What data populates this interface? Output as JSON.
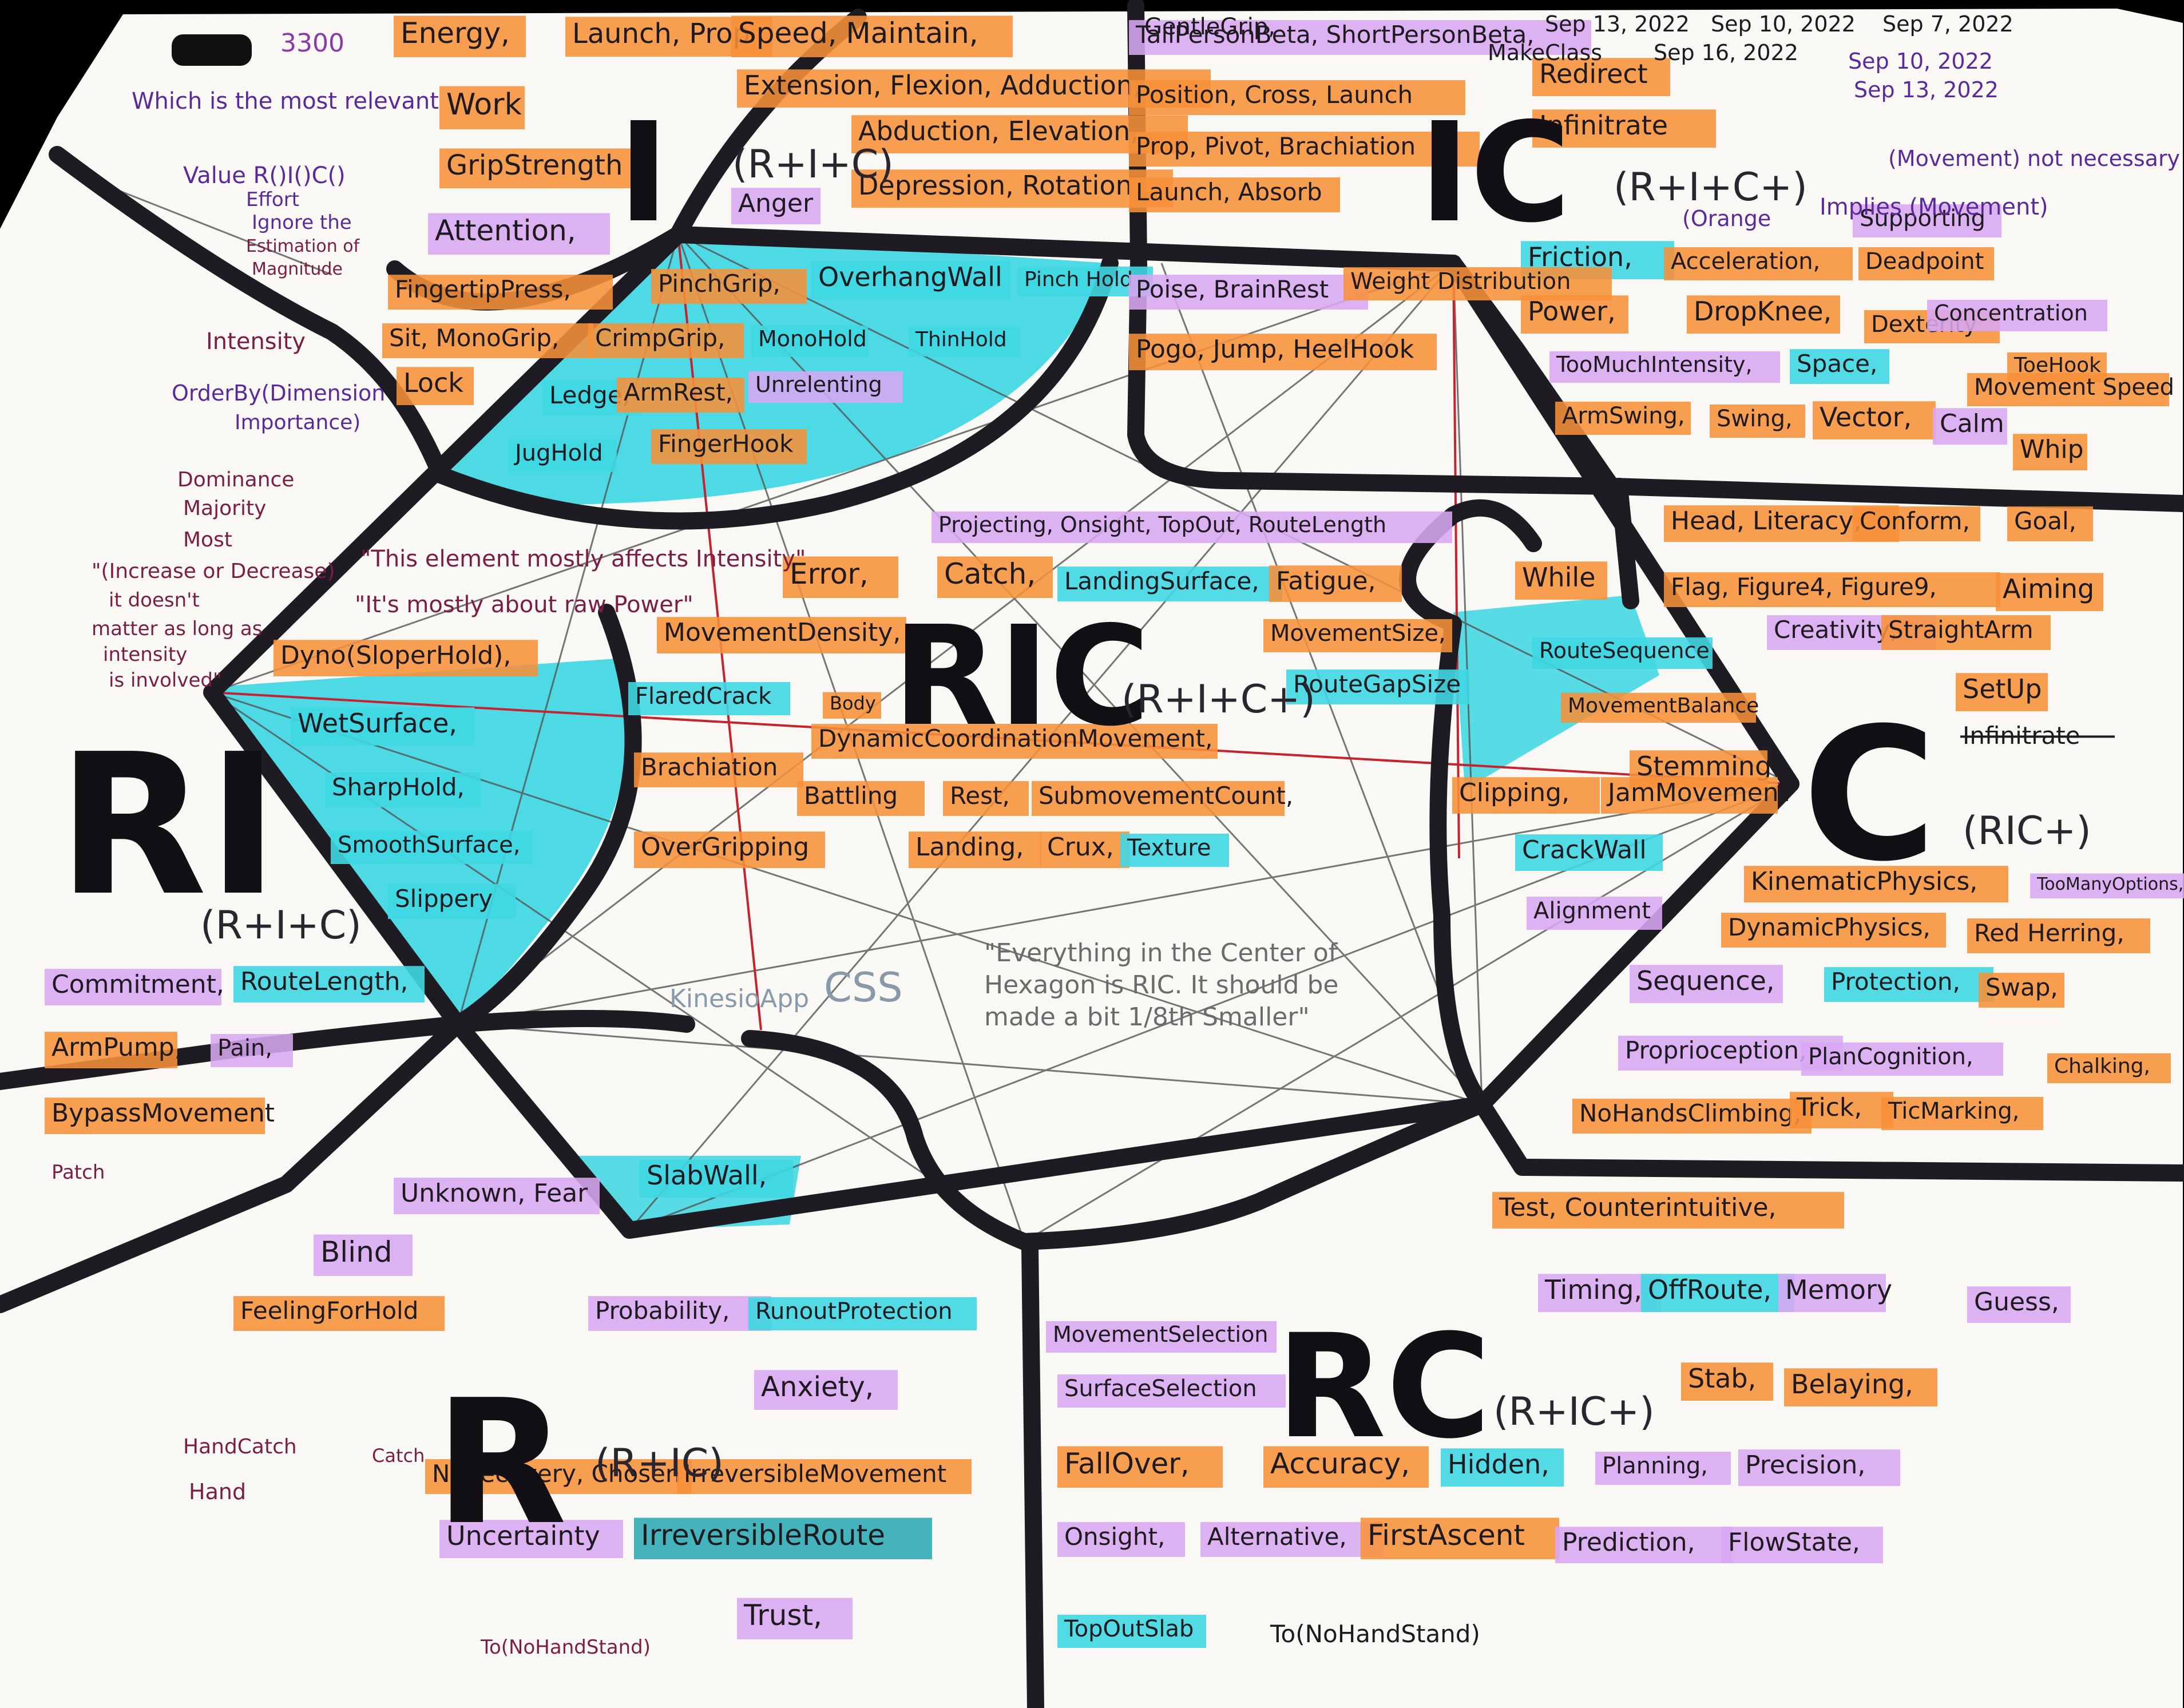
{
  "colors": {
    "orange": "#f7913a",
    "purple": "#d8a7f2",
    "cyan": "#3fd7e2",
    "teal": "#2aa9b3",
    "ink": "#1d1a20",
    "note_ink": "#7b1e45",
    "purple_ink": "#5a2a9a",
    "paper": "#f9f8f4",
    "red_ink": "#c4232f"
  },
  "regions": {
    "I": {
      "title": "I",
      "formula": "(R+I+C)"
    },
    "IC": {
      "title": "IC",
      "formula": "(R+I+C+)"
    },
    "RI": {
      "title": "RI",
      "formula": "(R+I+C)"
    },
    "RIC": {
      "title": "RIC",
      "formula": "(R+I+C+)"
    },
    "C": {
      "title": "C",
      "formula": "(RIC+)"
    },
    "R": {
      "title": "R",
      "formula": "(R+IC)"
    },
    "RC": {
      "title": "RC",
      "formula": "(R+IC+)"
    }
  },
  "header_notes": {
    "count": "3300",
    "dates": [
      "Sep 13, 2022",
      "Sep 10, 2022",
      "Sep 7, 2022",
      "Sep 16, 2022",
      "Sep 10, 2022",
      "Sep 13, 2022"
    ],
    "make_class": "MakeClass",
    "gentle_grip": "GentleGrip,",
    "movement_not_necessary": "(Movement) not necessary",
    "implies_movement": "Implies (Movement)",
    "orange_note": "(Orange"
  },
  "margin_notes": [
    "Which is the most relevant",
    "Value R()I()C()",
    "Effort",
    "Ignore the",
    "Estimation of",
    "Magnitude",
    "Intensity",
    "OrderBy(Dimension",
    "Importance)",
    "Dominance",
    "Majority",
    "Most",
    "\"(Increase or Decrease)",
    "it doesn't",
    "matter as long as",
    "intensity",
    "is involved\"",
    "Patch",
    "HandCatch",
    "Hand",
    "Catch",
    "To(NoHandStand)"
  ],
  "quotes": {
    "element": "\"This element mostly affects Intensity\"",
    "power": "\"It's mostly about raw Power\"",
    "center": "\"Everything in the Center of Hexagon is RIC. It should be made a bit 1/8th Smaller\"",
    "kinesio": "KinesioApp",
    "css": "CSS"
  },
  "labels": {
    "I": [
      {
        "t": "Energy,",
        "c": "orange"
      },
      {
        "t": "Launch, Prop",
        "c": "orange"
      },
      {
        "t": "Speed, Maintain,",
        "c": "orange"
      },
      {
        "t": "Work",
        "c": "orange"
      },
      {
        "t": "Extension, Flexion, Adduction,",
        "c": "orange"
      },
      {
        "t": "GripStrength",
        "c": "orange"
      },
      {
        "t": "Abduction, Elevation,",
        "c": "orange"
      },
      {
        "t": "Depression, Rotation",
        "c": "orange"
      },
      {
        "t": "Anger",
        "c": "purple"
      },
      {
        "t": "Attention,",
        "c": "purple"
      },
      {
        "t": "FingertipPress,",
        "c": "orange"
      },
      {
        "t": "Sit, MonoGrip,",
        "c": "orange"
      },
      {
        "t": "Lock",
        "c": "orange"
      },
      {
        "t": "PinchGrip,",
        "c": "orange"
      },
      {
        "t": "OverhangWall",
        "c": "cyan"
      },
      {
        "t": "Pinch Hold",
        "c": "cyan"
      },
      {
        "t": "CrimpGrip,",
        "c": "orange"
      },
      {
        "t": "MonoHold",
        "c": "cyan"
      },
      {
        "t": "ThinHold",
        "c": "cyan"
      },
      {
        "t": "Ledge,",
        "c": "cyan"
      },
      {
        "t": "ArmRest,",
        "c": "orange"
      },
      {
        "t": "Unrelenting",
        "c": "purple"
      },
      {
        "t": "JugHold",
        "c": "cyan"
      },
      {
        "t": "FingerHook",
        "c": "orange"
      }
    ],
    "IC": [
      {
        "t": "TallPersonBeta, ShortPersonBeta,",
        "c": "purple"
      },
      {
        "t": "Redirect",
        "c": "orange"
      },
      {
        "t": "Position, Cross, Launch",
        "c": "orange"
      },
      {
        "t": "Infinitrate",
        "c": "orange"
      },
      {
        "t": "Prop, Pivot, Brachiation",
        "c": "orange"
      },
      {
        "t": "Launch, Absorb",
        "c": "orange"
      },
      {
        "t": "Supporting",
        "c": "purple"
      },
      {
        "t": "Friction,",
        "c": "cyan"
      },
      {
        "t": "Acceleration,",
        "c": "orange"
      },
      {
        "t": "Deadpoint",
        "c": "orange"
      },
      {
        "t": "Poise, BrainRest",
        "c": "purple"
      },
      {
        "t": "Weight Distribution",
        "c": "orange"
      },
      {
        "t": "Power,",
        "c": "orange"
      },
      {
        "t": "DropKnee,",
        "c": "orange"
      },
      {
        "t": "Dexterity",
        "c": "orange"
      },
      {
        "t": "Concentration",
        "c": "purple"
      },
      {
        "t": "Pogo, Jump, HeelHook",
        "c": "orange"
      },
      {
        "t": "TooMuchIntensity,",
        "c": "purple"
      },
      {
        "t": "Space,",
        "c": "cyan"
      },
      {
        "t": "ToeHook",
        "c": "orange"
      },
      {
        "t": "Movement Speed",
        "c": "orange"
      },
      {
        "t": "ArmSwing,",
        "c": "orange"
      },
      {
        "t": "Swing,",
        "c": "orange"
      },
      {
        "t": "Vector,",
        "c": "orange"
      },
      {
        "t": "Calm",
        "c": "purple"
      },
      {
        "t": "Whip",
        "c": "orange"
      }
    ],
    "RI": [
      {
        "t": "Dyno(SloperHold),",
        "c": "orange"
      },
      {
        "t": "WetSurface,",
        "c": "cyan"
      },
      {
        "t": "SharpHold,",
        "c": "cyan"
      },
      {
        "t": "SmoothSurface,",
        "c": "cyan"
      },
      {
        "t": "Slippery",
        "c": "cyan"
      },
      {
        "t": "Commitment,",
        "c": "purple"
      },
      {
        "t": "RouteLength,",
        "c": "cyan"
      },
      {
        "t": "ArmPump,",
        "c": "orange"
      },
      {
        "t": "Pain,",
        "c": "purple"
      },
      {
        "t": "BypassMovement",
        "c": "orange"
      }
    ],
    "RIC": [
      {
        "t": "Projecting, Onsight, TopOut, RouteLength",
        "c": "purple"
      },
      {
        "t": "Error,",
        "c": "orange"
      },
      {
        "t": "Catch,",
        "c": "orange"
      },
      {
        "t": "LandingSurface,",
        "c": "cyan"
      },
      {
        "t": "Fatigue,",
        "c": "orange"
      },
      {
        "t": "MovementDensity,",
        "c": "orange"
      },
      {
        "t": "MovementSize,",
        "c": "orange"
      },
      {
        "t": "FlaredCrack",
        "c": "cyan"
      },
      {
        "t": "RouteGapSize",
        "c": "cyan"
      },
      {
        "t": "Body",
        "c": "orange"
      },
      {
        "t": "DynamicCoordinationMovement,",
        "c": "orange"
      },
      {
        "t": "Brachiation",
        "c": "orange"
      },
      {
        "t": "Battling",
        "c": "orange"
      },
      {
        "t": "Rest,",
        "c": "orange"
      },
      {
        "t": "SubmovementCount,",
        "c": "orange"
      },
      {
        "t": "OverGripping",
        "c": "orange"
      },
      {
        "t": "Landing,",
        "c": "orange"
      },
      {
        "t": "Crux,",
        "c": "orange"
      },
      {
        "t": "Texture",
        "c": "cyan"
      }
    ],
    "C": [
      {
        "t": "While",
        "c": "orange"
      },
      {
        "t": "Head, Literacy,",
        "c": "orange"
      },
      {
        "t": "Conform,",
        "c": "orange"
      },
      {
        "t": "Goal,",
        "c": "orange"
      },
      {
        "t": "RouteSequence",
        "c": "cyan"
      },
      {
        "t": "Flag, Figure4, Figure9,",
        "c": "orange"
      },
      {
        "t": "Aiming",
        "c": "orange"
      },
      {
        "t": "MovementBalance",
        "c": "orange"
      },
      {
        "t": "Creativity,",
        "c": "purple"
      },
      {
        "t": "StraightArm",
        "c": "orange"
      },
      {
        "t": "SetUp",
        "c": "orange"
      },
      {
        "t": "Infinitrate",
        "c": "none"
      },
      {
        "t": "Stemming",
        "c": "orange"
      },
      {
        "t": "Clipping,",
        "c": "orange"
      },
      {
        "t": "JamMovement",
        "c": "orange"
      },
      {
        "t": "CrackWall",
        "c": "cyan"
      },
      {
        "t": "Alignment",
        "c": "purple"
      },
      {
        "t": "KinematicPhysics,",
        "c": "orange"
      },
      {
        "t": "TooManyOptions,",
        "c": "purple"
      },
      {
        "t": "DynamicPhysics,",
        "c": "orange"
      },
      {
        "t": "Red Herring,",
        "c": "orange"
      },
      {
        "t": "Sequence,",
        "c": "purple"
      },
      {
        "t": "Protection,",
        "c": "cyan"
      },
      {
        "t": "Swap,",
        "c": "orange"
      },
      {
        "t": "Proprioception,",
        "c": "purple"
      },
      {
        "t": "PlanCognition,",
        "c": "purple"
      },
      {
        "t": "Chalking,",
        "c": "orange"
      },
      {
        "t": "NoHandsClimbing,",
        "c": "orange"
      },
      {
        "t": "Trick,",
        "c": "orange"
      },
      {
        "t": "TicMarking,",
        "c": "orange"
      }
    ],
    "R": [
      {
        "t": "SlabWall,",
        "c": "cyan"
      },
      {
        "t": "Unknown, Fear",
        "c": "purple"
      },
      {
        "t": "Blind",
        "c": "purple"
      },
      {
        "t": "FeelingForHold",
        "c": "orange"
      },
      {
        "t": "Probability,",
        "c": "purple"
      },
      {
        "t": "RunoutProtection",
        "c": "cyan"
      },
      {
        "t": "Anxiety,",
        "c": "purple"
      },
      {
        "t": "NoRecovery, Chosen",
        "c": "orange"
      },
      {
        "t": "IrreversibleMovement",
        "c": "orange"
      },
      {
        "t": "Uncertainty",
        "c": "purple"
      },
      {
        "t": "IrreversibleRoute",
        "c": "teal"
      },
      {
        "t": "Trust,",
        "c": "purple"
      }
    ],
    "RC": [
      {
        "t": "Test, Counterintuitive,",
        "c": "orange"
      },
      {
        "t": "Timing,",
        "c": "purple"
      },
      {
        "t": "OffRoute,",
        "c": "cyan"
      },
      {
        "t": "Memory",
        "c": "purple"
      },
      {
        "t": "Guess,",
        "c": "purple"
      },
      {
        "t": "MovementSelection",
        "c": "purple"
      },
      {
        "t": "SurfaceSelection",
        "c": "purple"
      },
      {
        "t": "Stab,",
        "c": "orange"
      },
      {
        "t": "Belaying,",
        "c": "orange"
      },
      {
        "t": "FallOver,",
        "c": "orange"
      },
      {
        "t": "Accuracy,",
        "c": "orange"
      },
      {
        "t": "Hidden,",
        "c": "cyan"
      },
      {
        "t": "Planning,",
        "c": "purple"
      },
      {
        "t": "Precision,",
        "c": "purple"
      },
      {
        "t": "Onsight,",
        "c": "purple"
      },
      {
        "t": "Alternative,",
        "c": "purple"
      },
      {
        "t": "FirstAscent",
        "c": "orange"
      },
      {
        "t": "Prediction,",
        "c": "purple"
      },
      {
        "t": "FlowState,",
        "c": "purple"
      },
      {
        "t": "TopOutSlab",
        "c": "cyan"
      },
      {
        "t": "To(NoHandStand)",
        "c": "none"
      }
    ]
  }
}
